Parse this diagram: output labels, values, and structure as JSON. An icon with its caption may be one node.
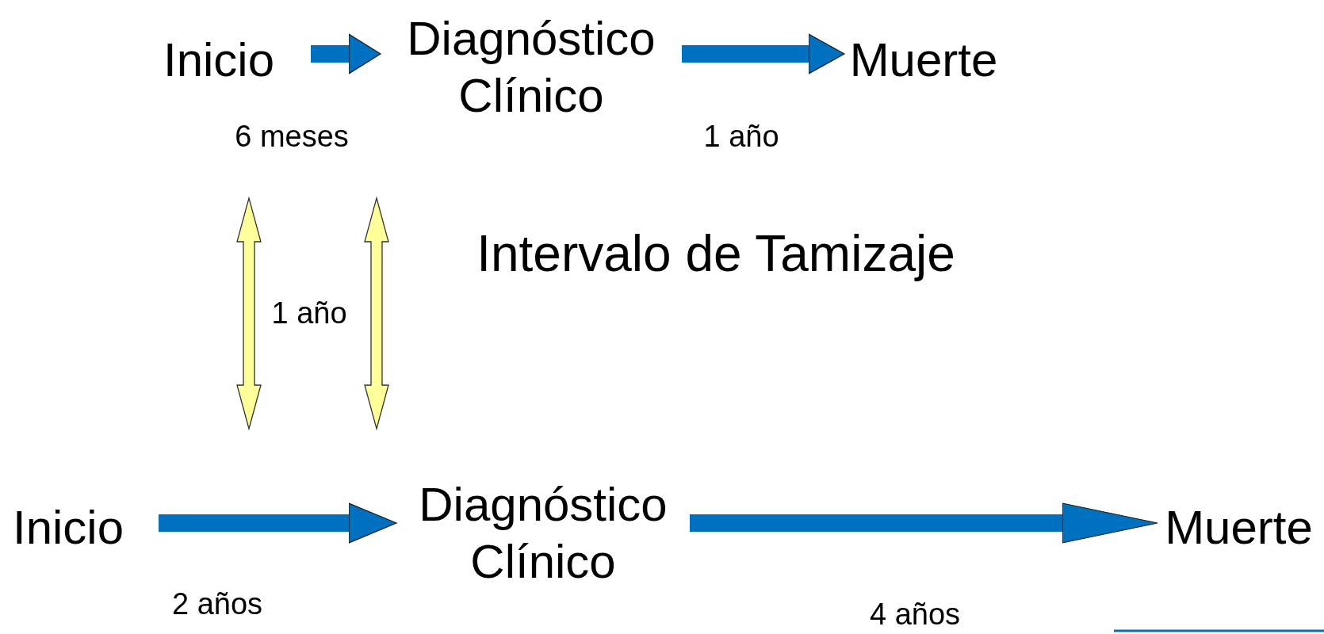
{
  "diagram": {
    "nodes": [
      {
        "text": [
          "Inicio"
        ]
      },
      {
        "text": [
          "Diagnóstico Clínico"
        ]
      },
      {
        "text": [
          "Muerte"
        ]
      },
      {
        "text": [
          "Inicio"
        ]
      },
      {
        "text": [
          "Diagnóstico Clínico"
        ]
      },
      {
        "text": [
          "Muerte"
        ]
      }
    ],
    "edges": [
      {
        "from": 0,
        "to": 1,
        "arrow": "to",
        "label": "6 meses"
      },
      {
        "from": 1,
        "to": 2,
        "arrow": "to",
        "label": "1 año"
      },
      {
        "from": 3,
        "to": 4,
        "arrow": "to",
        "label": "2 años"
      },
      {
        "from": 4,
        "to": 5,
        "arrow": "to",
        "label": "4 años"
      }
    ],
    "labels": [
      "Intervalo de Tamizaje",
      "1 año"
    ]
  }
}
